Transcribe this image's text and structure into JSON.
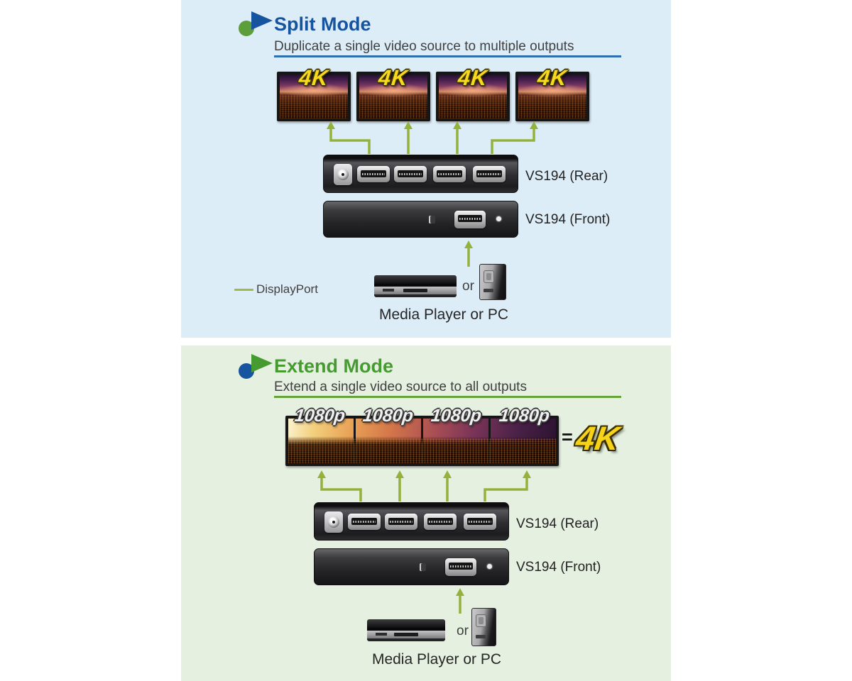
{
  "split": {
    "title": "Split Mode",
    "subtitle": "Duplicate a single video source to multiple outputs",
    "monitors": [
      "4K",
      "4K",
      "4K",
      "4K"
    ],
    "rear_label": "VS194 (Rear)",
    "front_label": "VS194 (Front)",
    "legend_label": "DisplayPort",
    "or_label": "or",
    "source_label": "Media Player or PC"
  },
  "extend": {
    "title": "Extend Mode",
    "subtitle": "Extend a single video source to all outputs",
    "monitors": [
      "1080p",
      "1080p",
      "1080p",
      "1080p"
    ],
    "equals_label": "=",
    "result_label": "4K",
    "rear_label": "VS194 (Rear)",
    "front_label": "VS194 (Front)",
    "or_label": "or",
    "source_label": "Media Player or PC"
  },
  "colors": {
    "split_accent": "#16549f",
    "extend_accent": "#459a30",
    "arrow_green": "#94b13c",
    "panel_blue": "#ddedf8",
    "panel_green": "#e5f0e1",
    "badge_gold": "#f6d318",
    "badge_silver": "#f0f0f0"
  }
}
